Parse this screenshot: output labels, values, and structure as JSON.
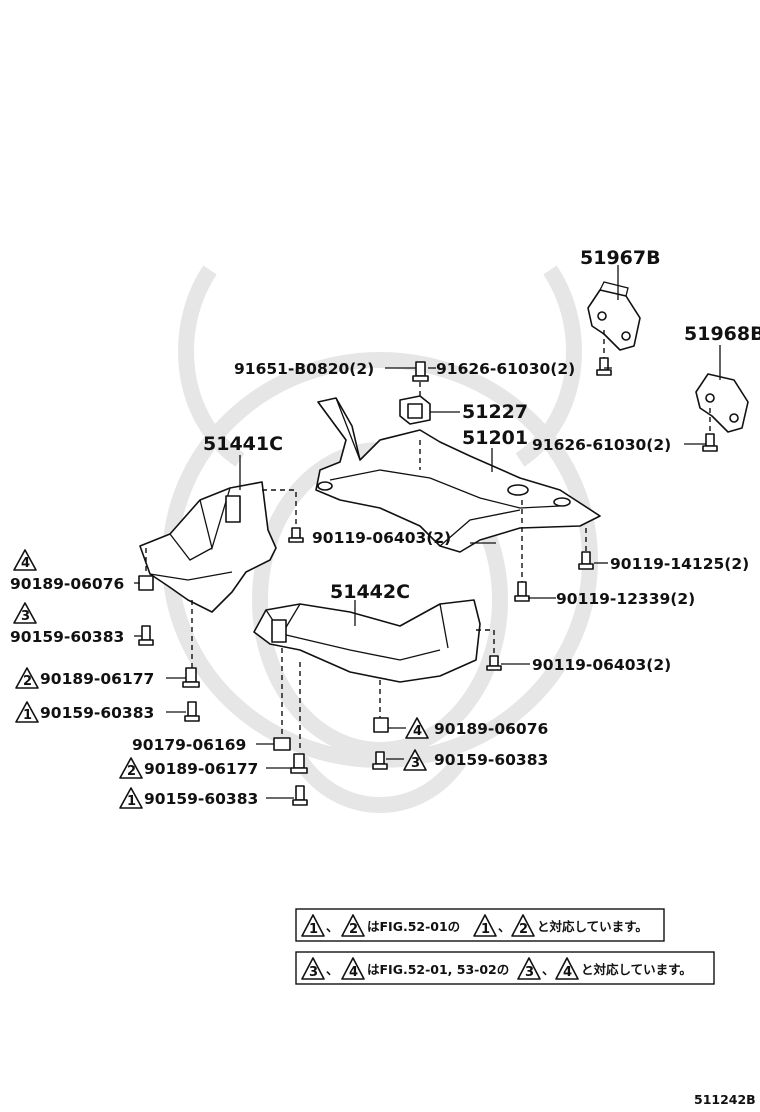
{
  "parts": {
    "p51967B": "51967B",
    "p51968B": "51968B",
    "p91651": "91651-B0820(2)",
    "p91626a": "91626-61030(2)",
    "p51227": "51227",
    "p51201": "51201",
    "p91626b": "91626-61030(2)",
    "p51441C": "51441C",
    "p90119a": "90119-06403(2)",
    "p90119b": "90119-14125(2)",
    "p90119c": "90119-12339(2)",
    "p51442C": "51442C",
    "p90119d": "90119-06403(2)",
    "l4a": "90189-06076",
    "l3a": "90159-60383",
    "l2a": "90189-06177",
    "l1a": "90159-60383",
    "p90179": "90179-06169",
    "l2b": "90189-06177",
    "l1b": "90159-60383",
    "r4": "90189-06076",
    "r3": "90159-60383"
  },
  "markers": {
    "m1": "1",
    "m2": "2",
    "m3": "3",
    "m4": "4"
  },
  "notes": {
    "note1_text1": "、",
    "note1_text2": "はFIG.52-01の",
    "note1_text3": "、",
    "note1_text4": "と対応しています。",
    "note2_text1": "、",
    "note2_text2": "はFIG.52-01, 53-02の",
    "note2_text3": "、",
    "note2_text4": "と対応しています。"
  },
  "figure_id": "511242B"
}
